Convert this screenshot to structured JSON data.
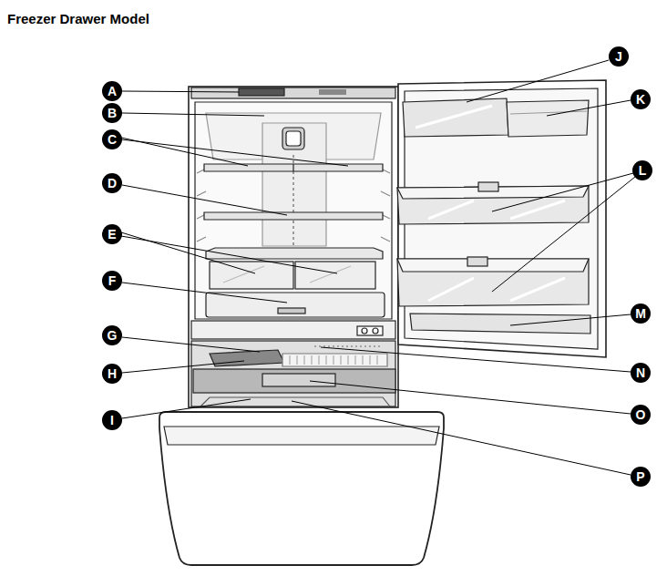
{
  "diagram": {
    "title": "Freezer Drawer Model",
    "labels": [
      "A",
      "B",
      "C",
      "D",
      "E",
      "F",
      "G",
      "H",
      "I",
      "J",
      "K",
      "L",
      "M",
      "N",
      "O",
      "P"
    ]
  }
}
